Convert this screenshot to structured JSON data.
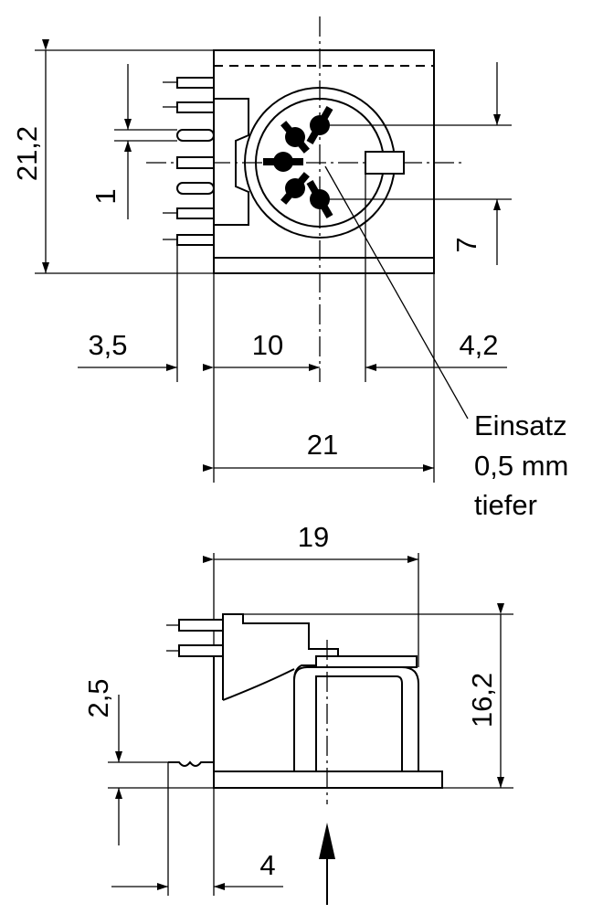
{
  "dimensions": {
    "top_height": "21,2",
    "pin_pitch": "1",
    "insert_offset_right": "7",
    "left_pin_offset": "3,5",
    "left_to_center": "10",
    "center_to_right": "4,2",
    "total_width": "21",
    "side_width": "19",
    "side_height": "16,2",
    "pin_length": "2,5",
    "pin_offset": "4"
  },
  "note": {
    "line1": "Einsatz",
    "line2": "0,5 mm",
    "line3": "tiefer"
  }
}
